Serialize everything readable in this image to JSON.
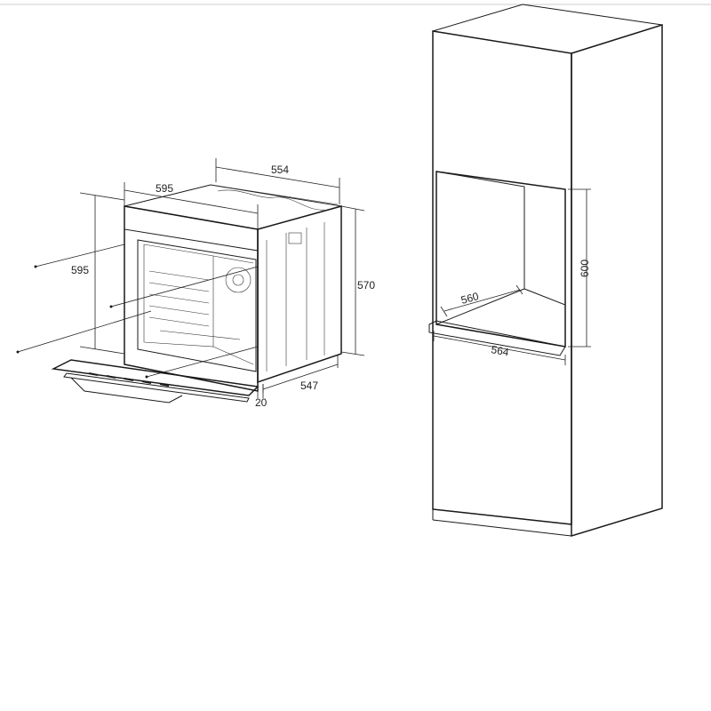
{
  "dimensions": {
    "oven_top_depth": "554",
    "oven_front_width": "595",
    "oven_height_left": "595",
    "oven_height_right": "570",
    "oven_body_depth": "547",
    "front_panel_thickness": "20",
    "niche_depth": "560",
    "niche_height": "600",
    "niche_width": "564"
  },
  "colors": {
    "line": "#1a1a1a",
    "background": "#ffffff"
  }
}
